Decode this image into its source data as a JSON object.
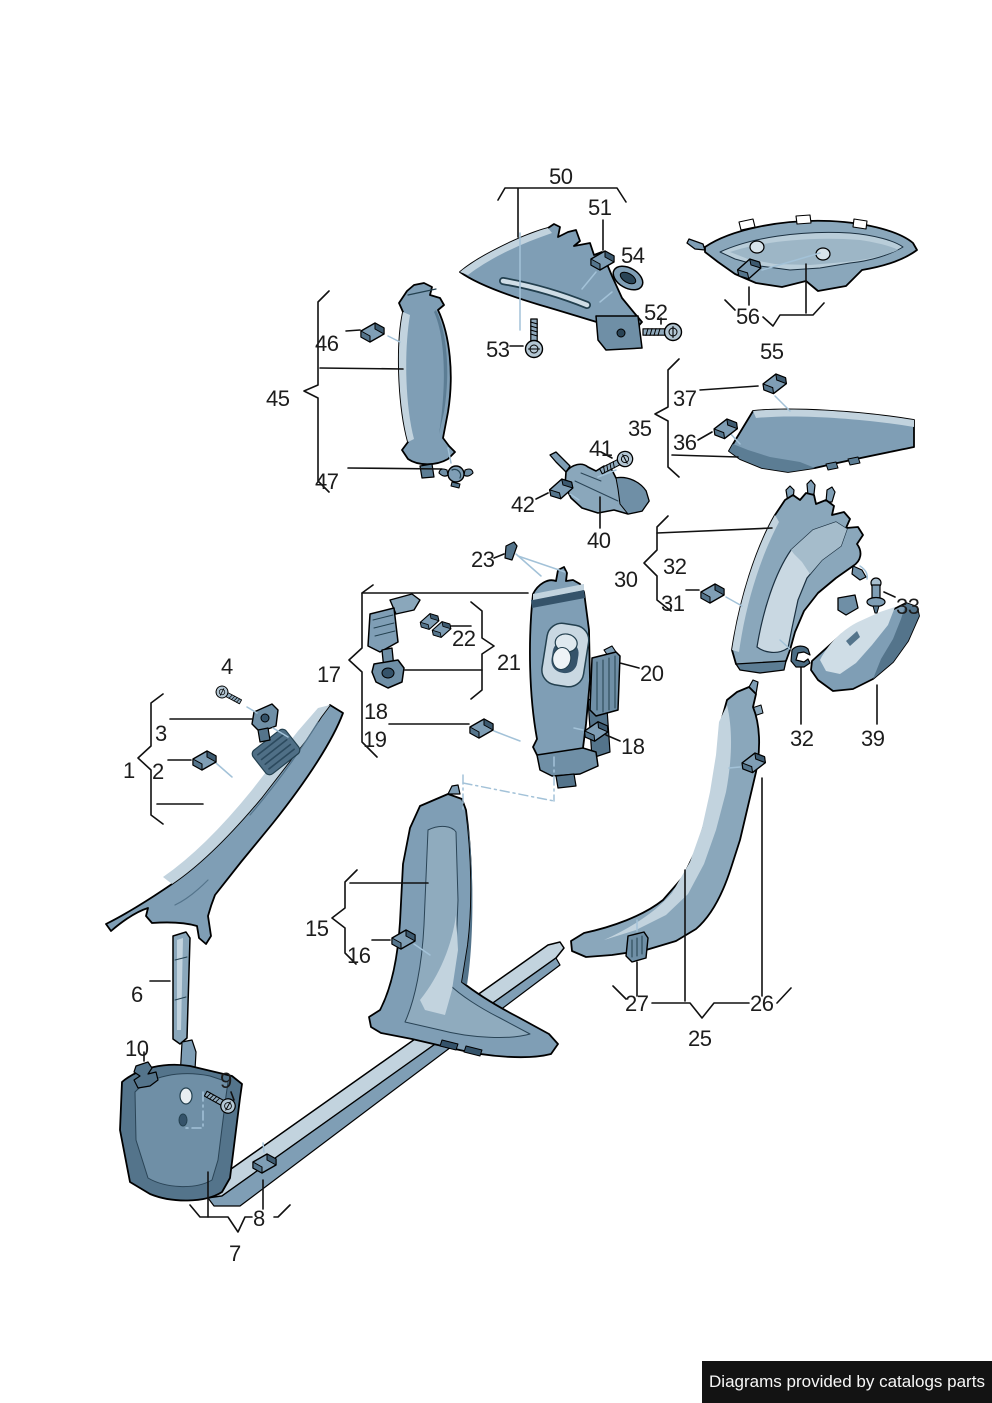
{
  "banner": {
    "text": "Diagrams provided by catalogs parts"
  },
  "callouts": {
    "c1": "1",
    "c2": "2",
    "c3": "3",
    "c4": "4",
    "c6": "6",
    "c7": "7",
    "c8": "8",
    "c9": "9",
    "c10": "10",
    "c15": "15",
    "c16": "16",
    "c17": "17",
    "c18a": "18",
    "c18b": "18",
    "c19": "19",
    "c20": "20",
    "c21": "21",
    "c22": "22",
    "c23": "23",
    "c25": "25",
    "c26": "26",
    "c27": "27",
    "c30": "30",
    "c31": "31",
    "c32a": "32",
    "c32b": "32",
    "c33": "33",
    "c35": "35",
    "c36": "36",
    "c37": "37",
    "c39": "39",
    "c40": "40",
    "c41": "41",
    "c42": "42",
    "c45": "45",
    "c46": "46",
    "c47": "47",
    "c50": "50",
    "c51": "51",
    "c52": "52",
    "c53": "53",
    "c54": "54",
    "c55": "55",
    "c56": "56"
  },
  "colors": {
    "part_mid": "#7f9eb5",
    "part_light": "#c2d3de",
    "part_lighter": "#dfe9ef",
    "part_dark": "#54748b",
    "part_darkest": "#35536a",
    "outline": "#000000",
    "assembly_line": "#a3c2d8",
    "label_color": "#1c1c1c",
    "banner_bg": "#131313",
    "banner_text": "#f7f7f7"
  }
}
